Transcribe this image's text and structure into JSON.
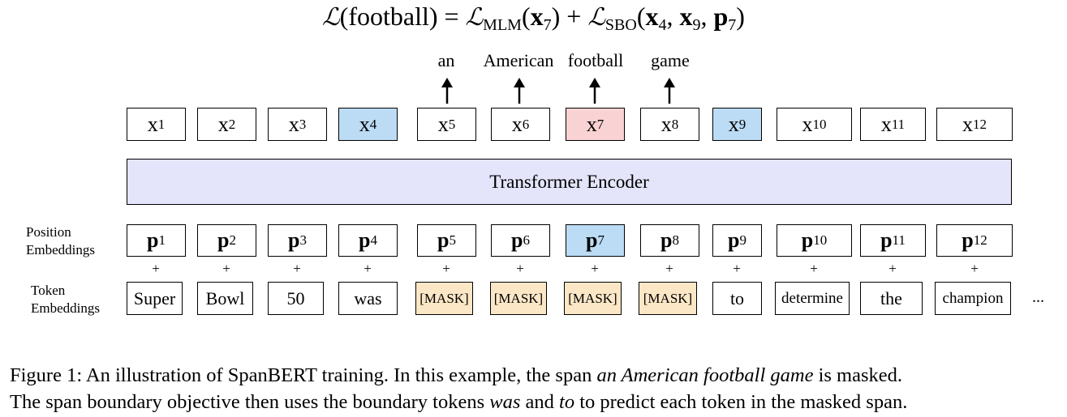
{
  "formula": {
    "script": "ℒ",
    "lhs_arg": "(football)",
    "equals": " = ",
    "mlm_sub": "MLM",
    "mlm_arg_open": "(",
    "mlm_x": "x",
    "mlm_x_sub": "7",
    "mlm_arg_close": ")",
    "plus": " + ",
    "sbo_sub": "SBO",
    "sbo_open": "(",
    "sbo_x": "x",
    "sbo_x_sub_a": "4",
    "sbo_comma1": ", ",
    "sbo_x_sub_b": "9",
    "sbo_comma2": ", ",
    "sbo_p": "p",
    "sbo_p_sub": "7",
    "sbo_close": ")"
  },
  "output_words": [
    "an",
    "American",
    "football",
    "game"
  ],
  "x_row": {
    "letter": "x",
    "subs": [
      "1",
      "2",
      "3",
      "4",
      "5",
      "6",
      "7",
      "8",
      "9",
      "10",
      "11",
      "12"
    ]
  },
  "encoder_label": "Transformer Encoder",
  "position_label": "Position\nEmbeddings",
  "token_label": "Token\nEmbeddings",
  "p_row": {
    "letter": "p",
    "subs": [
      "1",
      "2",
      "3",
      "4",
      "5",
      "6",
      "7",
      "8",
      "9",
      "10",
      "11",
      "12"
    ]
  },
  "plus_sign": "+",
  "tokens": [
    "Super",
    "Bowl",
    "50",
    "was",
    "[MASK]",
    "[MASK]",
    "[MASK]",
    "[MASK]",
    "to",
    "determine",
    "the",
    "champion"
  ],
  "ellipsis": "...",
  "caption": {
    "line1_a": "Figure 1:  An illustration of SpanBERT training.  In this example, the span ",
    "line1_em": "an American football game",
    "line1_b": " is masked.",
    "line2_a": "The span boundary objective then uses the boundary tokens ",
    "line2_em1": "was",
    "line2_b": " and ",
    "line2_em2": "to",
    "line2_c": " to predict each token in the masked span."
  },
  "colors": {
    "sbo_boundary": "#bcdcf5",
    "mlm_target": "#f9d3d3",
    "mask_token": "#fbe7c6",
    "encoder": "#e4e4fa"
  }
}
